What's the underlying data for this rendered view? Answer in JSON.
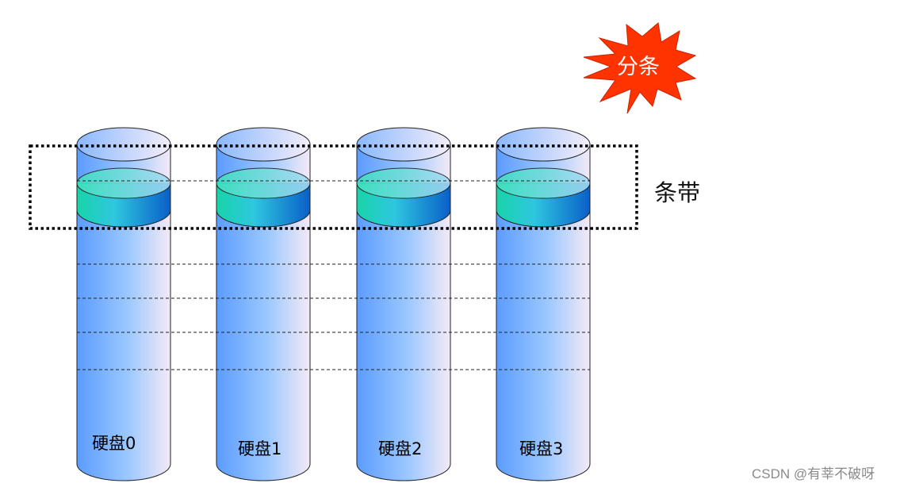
{
  "diagram": {
    "burst_label": "分条",
    "stripe_label": "条带",
    "disks": [
      {
        "label": "硬盘0"
      },
      {
        "label": "硬盘1"
      },
      {
        "label": "硬盘2"
      },
      {
        "label": "硬盘3"
      }
    ],
    "watermark": "CSDN @有莘不破呀",
    "colors": {
      "cylinder_left": "#5b9cff",
      "cylinder_mid": "#9cc8ff",
      "cylinder_right": "#f4eaf6",
      "stripe_left": "#19d3a8",
      "stripe_mid": "#2ec7e0",
      "stripe_right": "#0a5fc8",
      "burst_fill": "#ff3300",
      "burst_text": "#ffffff"
    }
  }
}
